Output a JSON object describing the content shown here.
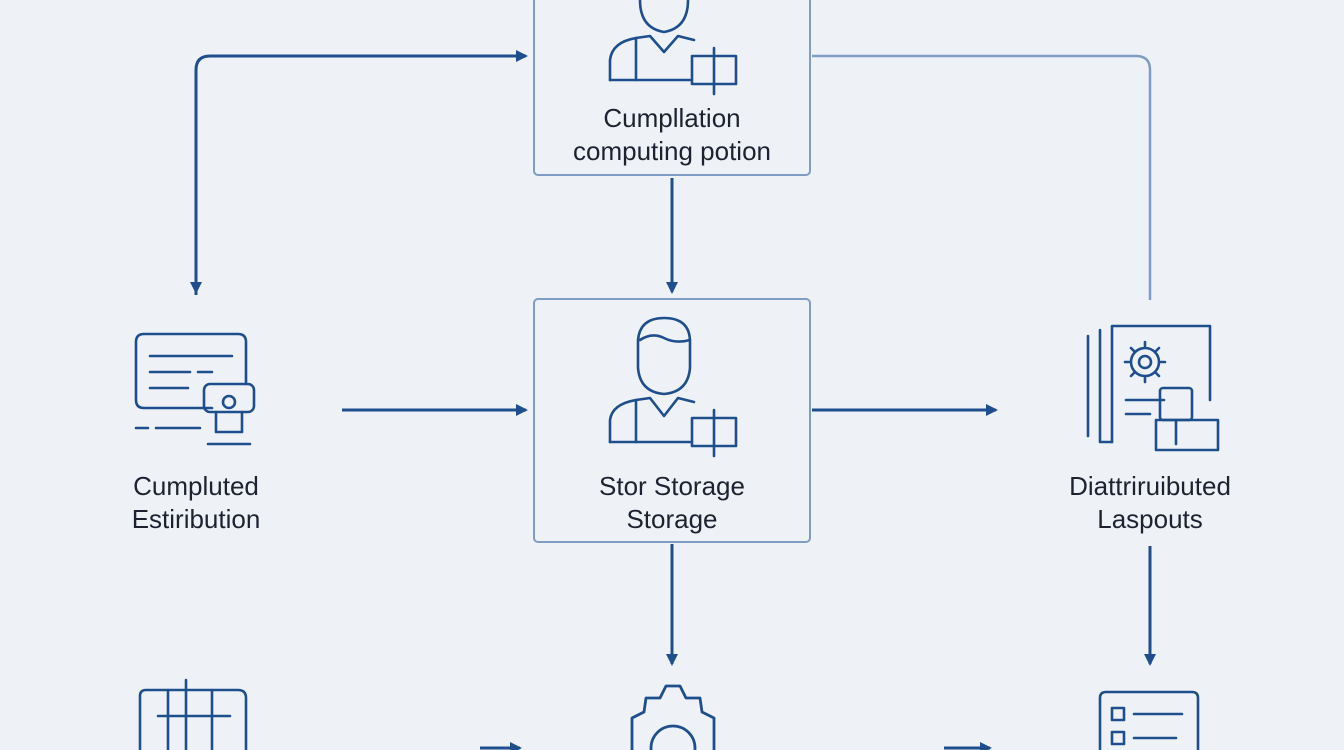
{
  "nodes": {
    "top": {
      "line1": "Cumpllation",
      "line2": "computing potion",
      "icon": "user-icon"
    },
    "center": {
      "line1": "Stor Storage",
      "line2": "Storage",
      "icon": "user-icon"
    },
    "left": {
      "line1": "Cumpluted",
      "line2": "Estiribution",
      "icon": "terminal-icon"
    },
    "right": {
      "line1": "Diattriruibuted",
      "line2": "Laspouts",
      "icon": "document-gear-icon"
    },
    "bottom_left": {
      "icon": "grid-icon"
    },
    "bottom_center": {
      "icon": "gear-icon"
    },
    "bottom_right": {
      "icon": "list-icon"
    }
  },
  "colors": {
    "background": "#eef2f7",
    "arrow": "#1f4e8c",
    "box_border": "#7f9cc4",
    "icon_stroke": "#1f4e8c",
    "text": "#1c2230"
  }
}
